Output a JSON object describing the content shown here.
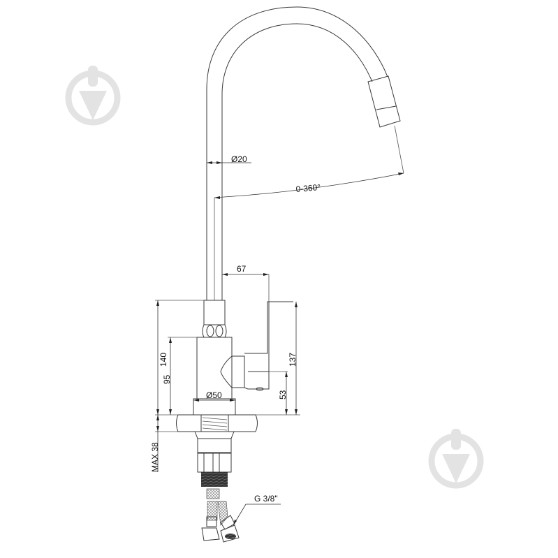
{
  "drawing": {
    "title": "Kitchen faucet technical drawing",
    "line_color": "#3a3a3a",
    "watermark_color": "#e3e3e3"
  },
  "dimensions": {
    "spout_diameter": "Ø20",
    "rotation": "0-360°",
    "handle_offset": "67",
    "total_body_height": "140",
    "body_height": "95",
    "handle_height": "137",
    "lever_height": "53",
    "base_diameter": "Ø50",
    "max_countertop": "MAX 38",
    "connection_thread": "G 3/8\""
  },
  "watermarks": [
    {
      "icon": "trowel-in-circle-icon",
      "position": "top-left"
    },
    {
      "icon": "trowel-in-circle-icon",
      "position": "bottom-right"
    }
  ]
}
